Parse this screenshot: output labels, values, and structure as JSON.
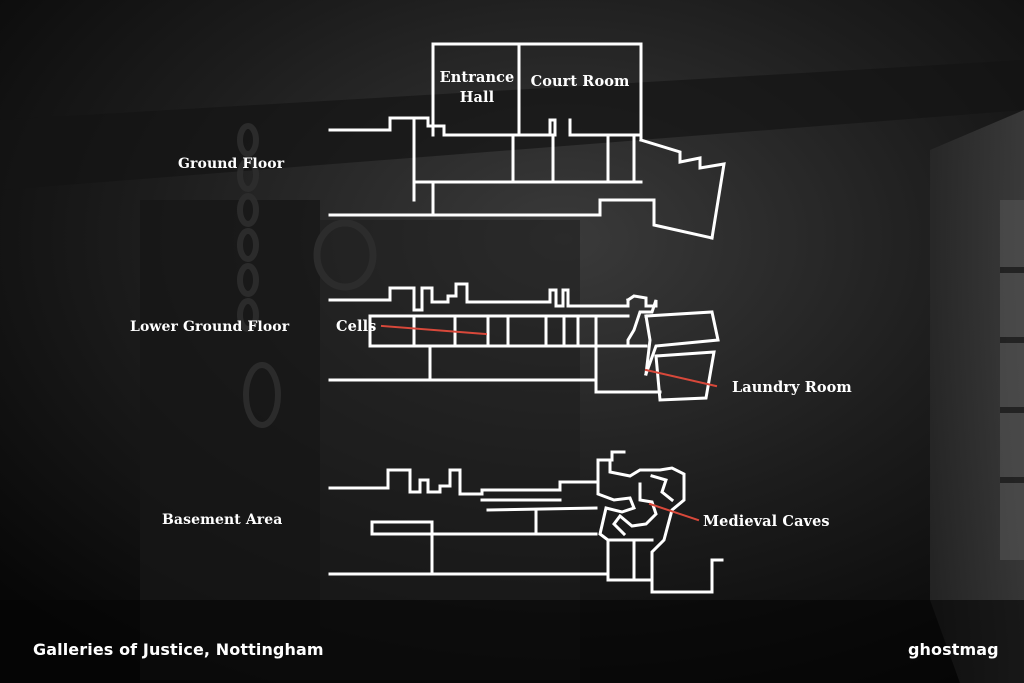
{
  "floors": {
    "ground": "Ground Floor",
    "lower_ground": "Lower Ground Floor",
    "basement": "Basement Area"
  },
  "rooms": {
    "entrance_hall_line1": "Entrance",
    "entrance_hall_line2": "Hall",
    "court_room": "Court Room",
    "cells": "Cells",
    "laundry_room": "Laundry Room",
    "medieval_caves": "Medieval Caves"
  },
  "footer": {
    "caption": "Galleries of Justice, Nottingham",
    "brand": "ghostmag"
  },
  "colors": {
    "background": "#0b0b0b",
    "plan_lines": "#ffffff",
    "pointer_lines": "#d8483a",
    "text": "#ffffff"
  }
}
